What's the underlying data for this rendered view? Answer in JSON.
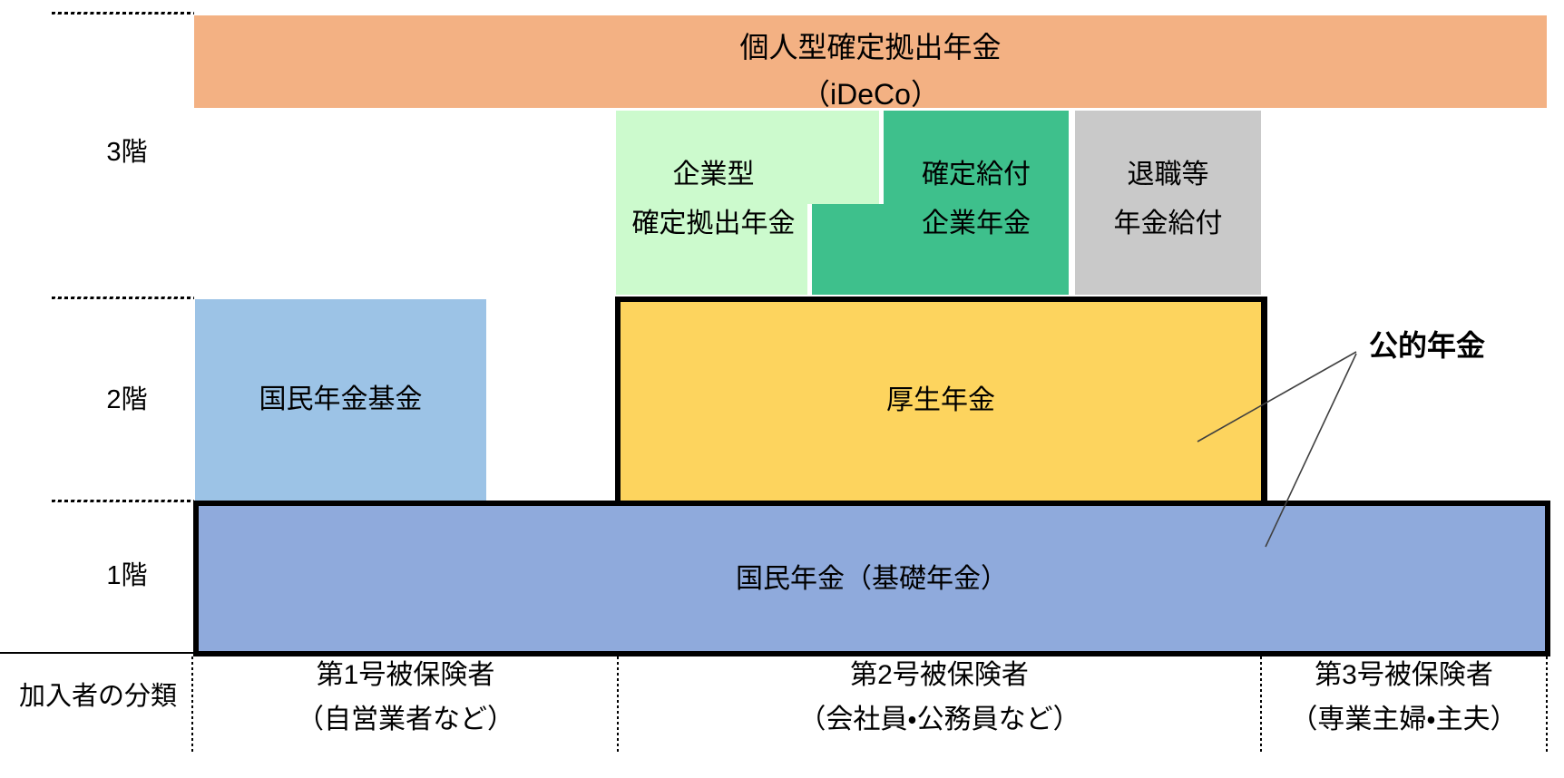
{
  "diagram": {
    "ideco_bar": {
      "line1": "個人型確定拠出年金",
      "line2": "（iDeCo）"
    },
    "floor3": {
      "corporate_dc": {
        "line1": "企業型",
        "line2": "確定拠出年金"
      },
      "defined_benefit": {
        "line1": "確定給付",
        "line2": "企業年金"
      },
      "retirement_benefit": {
        "line1": "退職等",
        "line2": "年金給付"
      }
    },
    "floor2": {
      "national_pension_fund": "国民年金基金",
      "employees_pension": "厚生年金"
    },
    "floor1": {
      "basic_pension": "国民年金（基礎年金）"
    },
    "floor_labels": {
      "f3": "3階",
      "f2": "2階",
      "f1": "1階"
    },
    "public_pension_label": "公的年金",
    "bottom_table": {
      "row_header": "加入者の分類",
      "col1": {
        "line1": "第1号被保険者",
        "line2": "（自営業者など）"
      },
      "col2": {
        "line1": "第2号被保険者",
        "line2": "（会社員・公務員など）"
      },
      "col3": {
        "line1": "第3号被保険者",
        "line2": "（専業主婦・主夫）"
      }
    },
    "colors": {
      "ideco_orange": "#F3B183",
      "corporate_dc_light_green": "#CCFACD",
      "defined_benefit_green": "#3EC08C",
      "retirement_gray": "#C9C9C9",
      "national_pension_fund_light_blue": "#9CC3E6",
      "employees_pension_yellow": "#FDD45E",
      "basic_pension_blue": "#8FAADC",
      "border_black": "#000000"
    }
  }
}
